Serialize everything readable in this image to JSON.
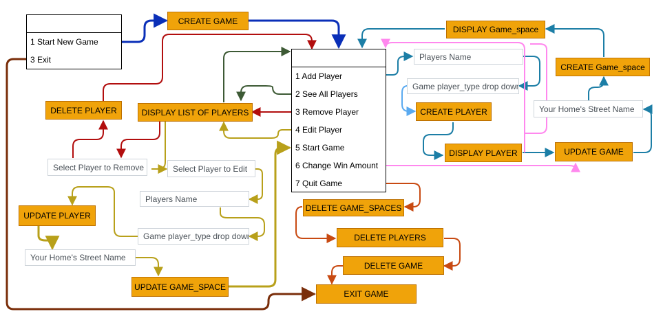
{
  "main_menu": {
    "items": [
      "1  Start New Game",
      "3  Exit"
    ]
  },
  "player_menu": {
    "items": [
      "1 Add Player",
      "2 See All Players",
      "3 Remove Player",
      "4 Edit Player",
      "5 Start Game",
      "6 Change Win Amount",
      "7 Quit Game"
    ]
  },
  "boxes": {
    "create_game": "CREATE GAME",
    "delete_player": "DELETE PLAYER",
    "display_list": "DISPLAY LIST OF PLAYERS",
    "update_player": "UPDATE PLAYER",
    "update_game_space": "UPDATE GAME_SPACE",
    "display_game_space": "DISPLAY Game_space",
    "create_game_space": "CREATE Game_space",
    "create_player": "CREATE PLAYER",
    "display_player": "DISPLAY PLAYER",
    "update_game": "UPDATE GAME",
    "delete_game_spaces": "DELETE GAME_SPACES",
    "delete_players": "DELETE PLAYERS",
    "delete_game": "DELETE GAME",
    "exit_game": "EXIT GAME"
  },
  "fields": {
    "select_remove": "Select Player to Remove",
    "select_edit": "Select Player to Edit",
    "players_name_left": "Players Name",
    "player_type_left": "Game player_type drop down",
    "street_left": "Your Home's Street Name",
    "players_name_right": "Players Name",
    "player_type_right": "Game player_type drop down",
    "street_right": "Your Home's Street Name"
  },
  "colors": {
    "box_fill": "#f0a30a",
    "box_border": "#bd7000",
    "blue": "#0a2fb8",
    "red": "#b20e0e",
    "green": "#3d5a35",
    "olive": "#b8a01a",
    "brown": "#7a2e0a",
    "teal": "#1c7ea6",
    "light_blue": "#5aaaf0",
    "pink": "#ff88ee",
    "rust": "#c84a12"
  }
}
